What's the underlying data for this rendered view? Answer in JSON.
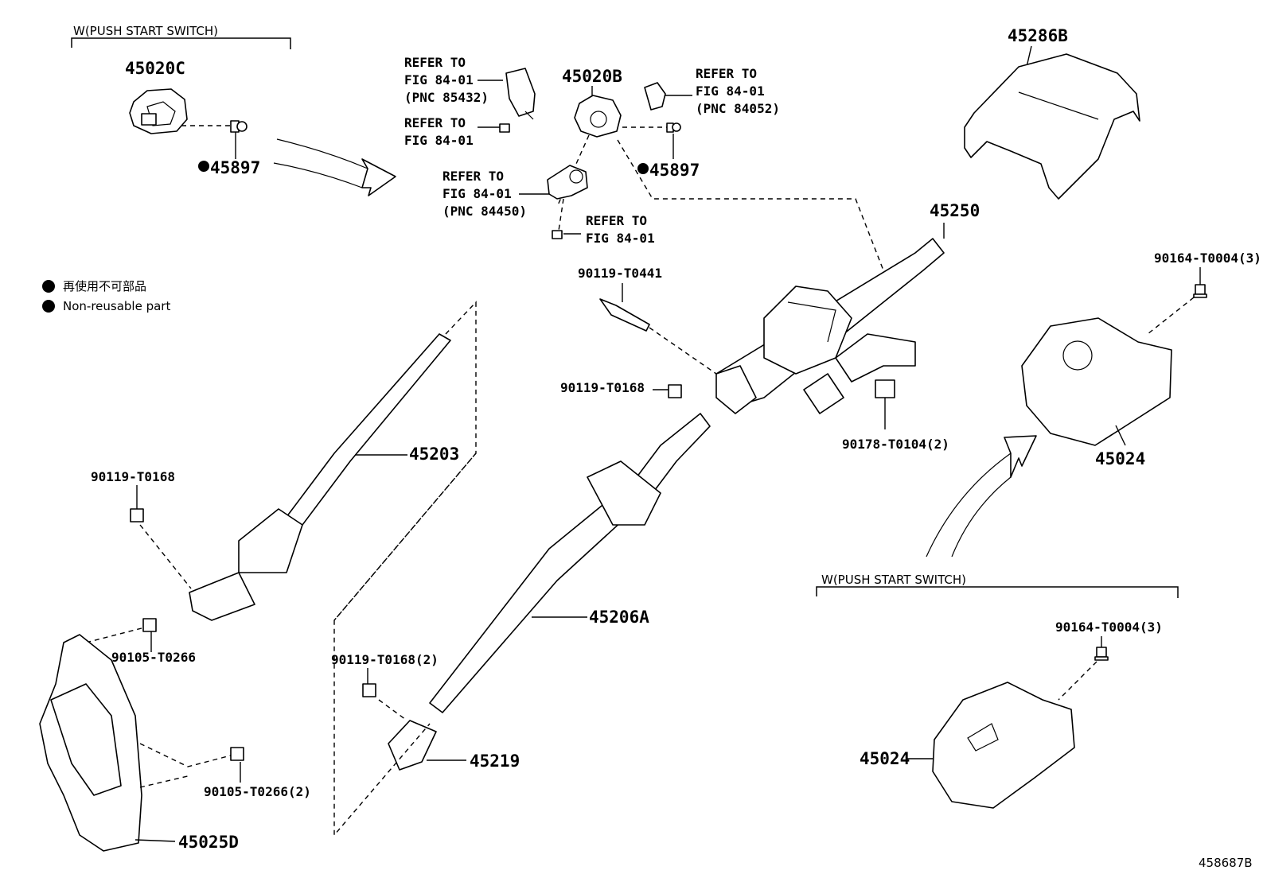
{
  "diagram": {
    "figure_id": "458687B",
    "legend": {
      "jp": "再使用不可部品",
      "en": "Non-reusable part"
    },
    "variant_labels": {
      "push_start_top": "W(PUSH START SWITCH)",
      "push_start_bottom": "W(PUSH START SWITCH)"
    },
    "callouts": {
      "c45020C": "45020C",
      "c45897a": "45897",
      "c45020B": "45020B",
      "c45897b": "45897",
      "c45286B": "45286B",
      "c45250": "45250",
      "c90164a": "90164-T0004(3)",
      "c90119_T0441": "90119-T0441",
      "c90119_T0168a": "90119-T0168",
      "c90178": "90178-T0104(2)",
      "c45024a": "45024",
      "c45203": "45203",
      "c90119_T0168b": "90119-T0168",
      "c45206A": "45206A",
      "c90105a": "90105-T0266",
      "c90119_T0168c": "90119-T0168(2)",
      "c45219": "45219",
      "c90105b": "90105-T0266(2)",
      "c45025D": "45025D",
      "c90164b": "90164-T0004(3)",
      "c45024b": "45024"
    },
    "refer_notes": {
      "r1": [
        "REFER TO",
        "FIG 84-01",
        "(PNC 85432)"
      ],
      "r2": [
        "REFER TO",
        "FIG 84-01"
      ],
      "r3": [
        "REFER TO",
        "FIG 84-01",
        "(PNC 84450)"
      ],
      "r4": [
        "REFER TO",
        "FIG 84-01"
      ],
      "r5": [
        "REFER TO",
        "FIG 84-01",
        "(PNC 84052)"
      ]
    }
  }
}
